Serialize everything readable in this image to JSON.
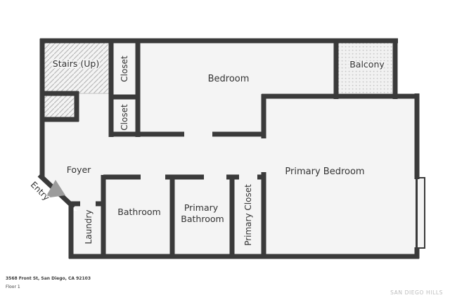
{
  "colors": {
    "wall": "#3a3a3a",
    "floor": "#f4f4f4",
    "hatch": "#b9b9b9",
    "dots": "#c6c6c6",
    "label": "#333333",
    "arrow": "#9c9c9c",
    "watermark": "#bcbcbc"
  },
  "rooms": {
    "stairs": "Stairs (Up)",
    "closet_upper": "Closet",
    "closet_lower": "Closet",
    "bedroom": "Bedroom",
    "balcony": "Balcony",
    "primary_bedroom": "Primary Bedroom",
    "foyer": "Foyer",
    "entry": "Entry",
    "laundry": "Laundry",
    "bathroom": "Bathroom",
    "primary_bathroom": {
      "line1": "Primary",
      "line2": "Bathroom"
    },
    "primary_closet": "Primary Closet"
  },
  "footer": {
    "address": "3568 Front St, San Diego, CA 92103",
    "floor_label": "Floor 1"
  },
  "watermark": "SAN DIEGO HILLS"
}
